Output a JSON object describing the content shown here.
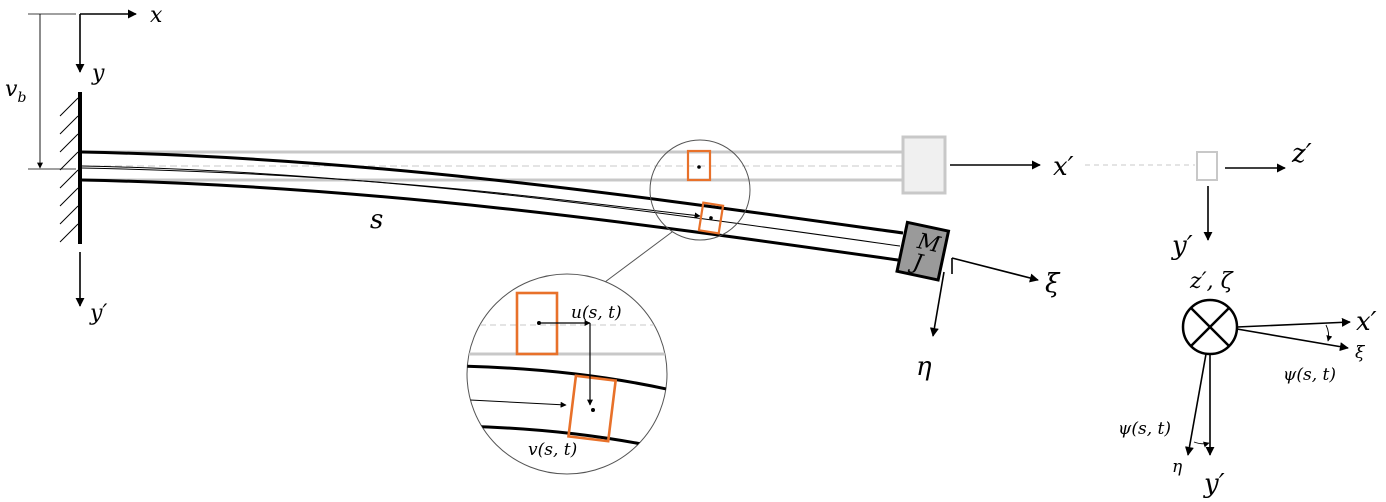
{
  "labels": {
    "x": "x",
    "y": "y",
    "vb": "v_b",
    "y_prime_left": "y′",
    "x_prime": "x′",
    "s": "s",
    "xi": "ξ",
    "eta": "η",
    "mass": "M",
    "inertia": "J",
    "u_st": "u(s, t)",
    "v_st": "v(s, t)",
    "z_prime": "z′",
    "y_prime_side": "y′",
    "z_zeta": "z′, ζ",
    "x_prime_sec": "x′",
    "xi_sec": "ξ",
    "psi_right": "ψ(s, t)",
    "psi_bottom": "ψ(s, t)",
    "eta_sec": "η",
    "y_prime_sec": "y′"
  },
  "colors": {
    "beam": "#000000",
    "undeformed": "#c8c8c8",
    "element": "#e8712a",
    "mass_fill": "#9a9a9a"
  }
}
